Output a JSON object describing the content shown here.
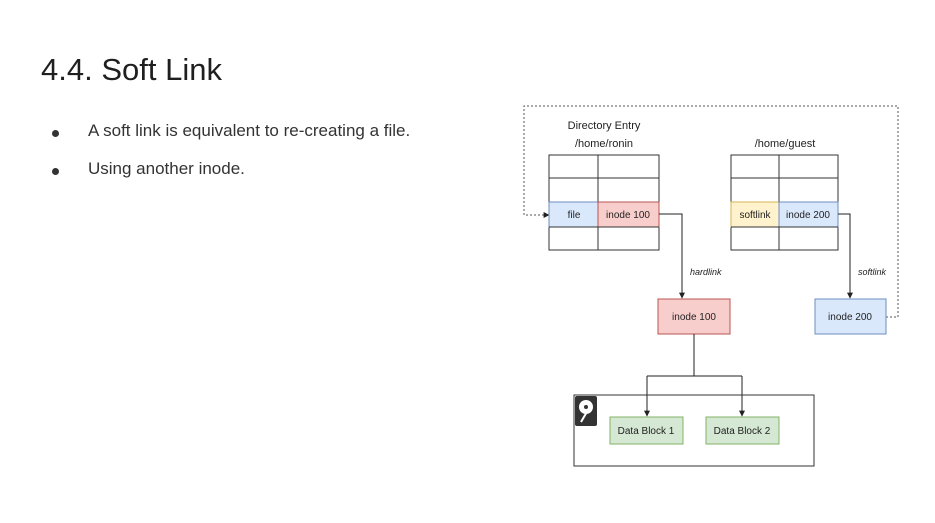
{
  "slide": {
    "title": "4.4. Soft Link",
    "bullets": [
      "A soft link is equivalent to re-creating a file.",
      "Using another inode."
    ]
  },
  "diagram": {
    "dir_entry_title": "Directory Entry",
    "dir_ronin": "/home/ronin",
    "dir_guest": "/home/guest",
    "cell_file": "file",
    "cell_inode100": "inode 100",
    "cell_softlink": "softlink",
    "cell_inode200": "inode 200",
    "label_hardlink": "hardlink",
    "label_softlink": "softlink",
    "node_inode100": "inode 100",
    "node_inode200": "inode 200",
    "block1": "Data Block 1",
    "block2": "Data Block 2",
    "colors": {
      "blue_fill": "#dae8fc",
      "blue_stroke": "#6c8ebf",
      "red_fill": "#f8cecc",
      "red_stroke": "#b85450",
      "yellow_fill": "#fff2cc",
      "yellow_stroke": "#d6b656",
      "green_fill": "#d5e8d4",
      "green_stroke": "#82b366"
    },
    "disk_icon": "hard-disk-icon"
  }
}
